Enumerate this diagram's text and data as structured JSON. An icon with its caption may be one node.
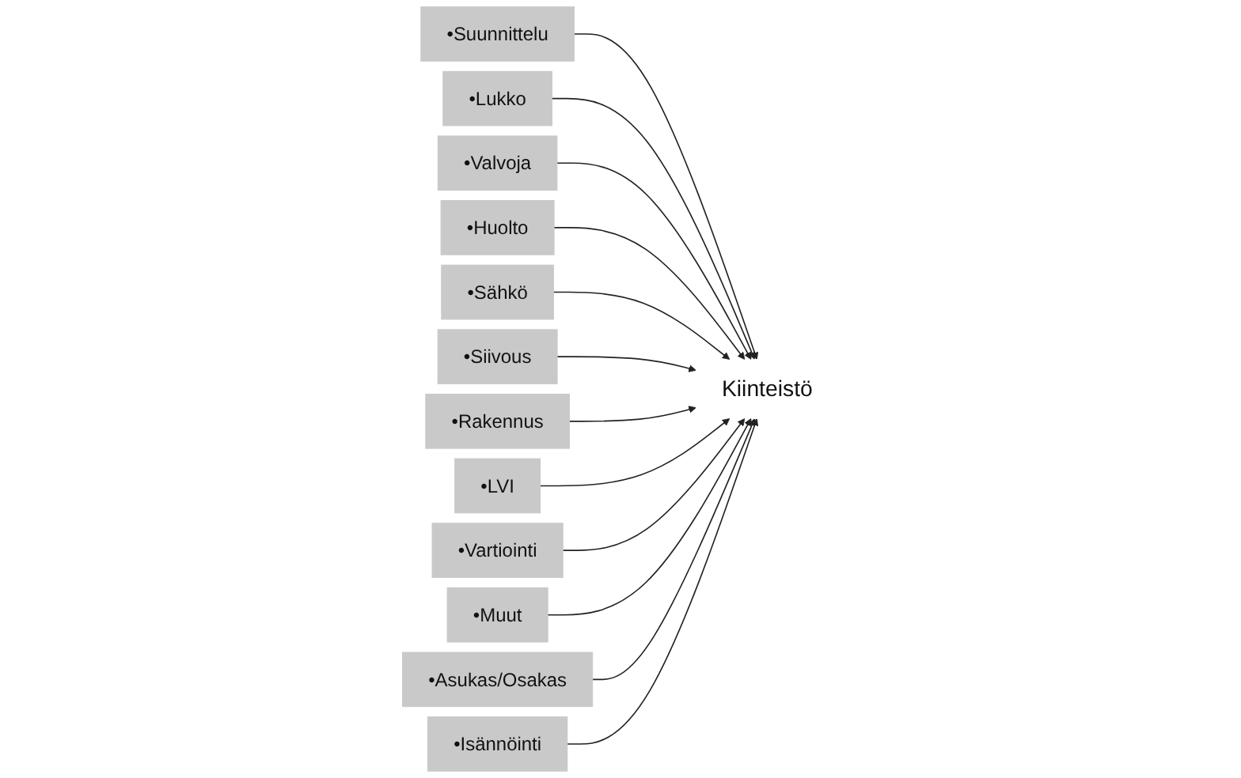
{
  "diagram": {
    "nodes": [
      {
        "text": [
          "•Suunnittelu"
        ]
      },
      {
        "text": [
          "•Lukko"
        ]
      },
      {
        "text": [
          "•Valvoja"
        ]
      },
      {
        "text": [
          "•Huolto"
        ]
      },
      {
        "text": [
          "•Sähkö"
        ]
      },
      {
        "text": [
          "•Siivous"
        ]
      },
      {
        "text": [
          "Kiinteistö"
        ]
      },
      {
        "text": [
          "•Rakennus"
        ]
      },
      {
        "text": [
          "•LVI"
        ]
      },
      {
        "text": [
          "•Vartiointi"
        ]
      },
      {
        "text": [
          "•Muut"
        ]
      },
      {
        "text": [
          "•Asukas/Osakas"
        ]
      },
      {
        "text": [
          "•Isännöinti"
        ]
      }
    ],
    "edges": [
      {
        "from": 0,
        "to": 6,
        "arrow": "to"
      },
      {
        "from": 1,
        "to": 6,
        "arrow": "to"
      },
      {
        "from": 2,
        "to": 6,
        "arrow": "to"
      },
      {
        "from": 3,
        "to": 6,
        "arrow": "to"
      },
      {
        "from": 4,
        "to": 6,
        "arrow": "to"
      },
      {
        "from": 5,
        "to": 6,
        "arrow": "to"
      },
      {
        "from": 7,
        "to": 6,
        "arrow": "to"
      },
      {
        "from": 8,
        "to": 6,
        "arrow": "to"
      },
      {
        "from": 9,
        "to": 6,
        "arrow": "to"
      },
      {
        "from": 10,
        "to": 6,
        "arrow": "to"
      },
      {
        "from": 11,
        "to": 6,
        "arrow": "to"
      },
      {
        "from": 12,
        "to": 6,
        "arrow": "to"
      }
    ]
  }
}
